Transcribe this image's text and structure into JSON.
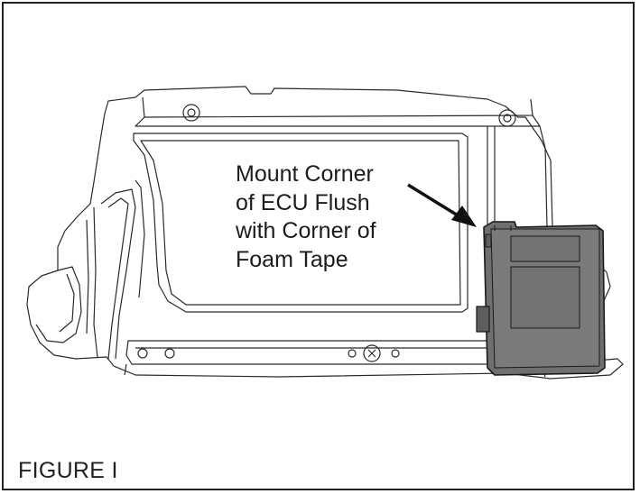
{
  "figure_label": "FIGURE I",
  "callout_lines": [
    "Mount Corner",
    "of ECU Flush",
    "with Corner of",
    "Foam Tape"
  ],
  "colors": {
    "border": "#222222",
    "housing_stroke": "#2a2a2a",
    "ecu_fill": "#6f6f6f",
    "ecu_stroke": "#1a1a1a",
    "arrow": "#111111"
  }
}
